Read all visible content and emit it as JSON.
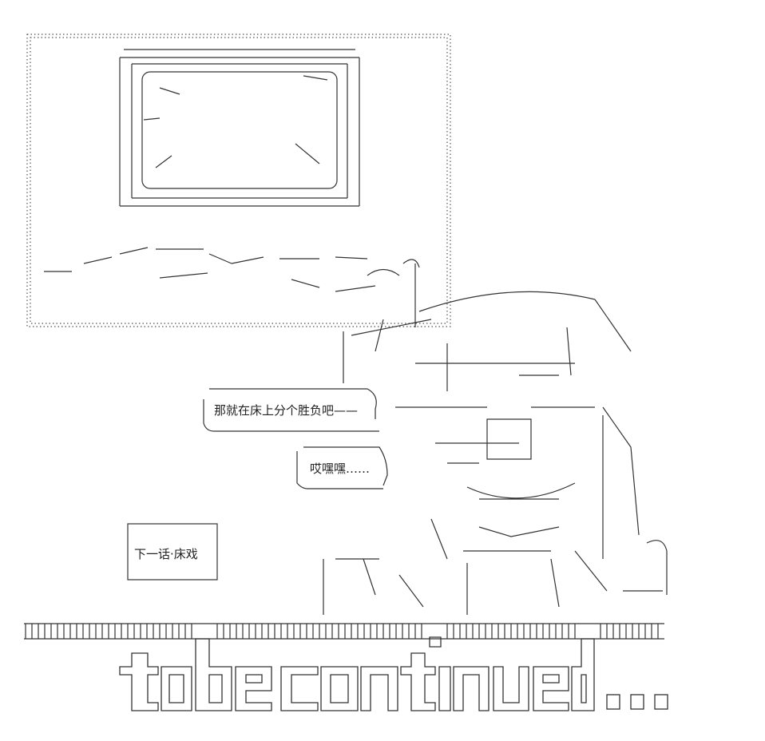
{
  "speech_bubbles": {
    "bubble_1": "那就在床上分个胜负吧——",
    "bubble_2": "哎嘿嘿……"
  },
  "next_episode_box": "下一话·床戏",
  "ending_caption": "to be continued..."
}
